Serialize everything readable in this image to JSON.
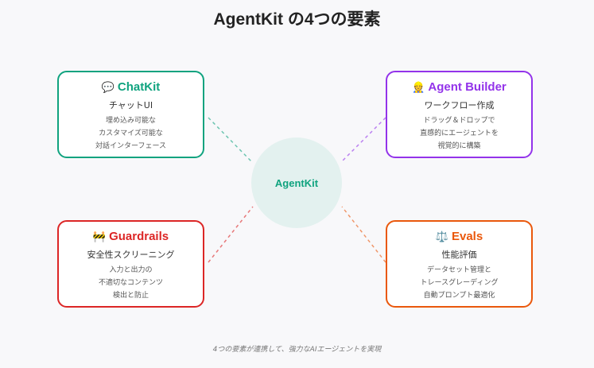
{
  "title": "AgentKit の4つの要素",
  "center": "AgentKit",
  "cards": [
    {
      "icon": "💬",
      "title": "ChatKit",
      "subtitle": "チャットUI",
      "desc": [
        "埋め込み可能な",
        "カスタマイズ可能な",
        "対話インターフェース"
      ],
      "color": "#10a37f"
    },
    {
      "icon": "👷",
      "title": "Agent Builder",
      "subtitle": "ワークフロー作成",
      "desc": [
        "ドラッグ＆ドロップで",
        "直感的にエージェントを",
        "視覚的に構築"
      ],
      "color": "#9333ea"
    },
    {
      "icon": "🚧",
      "title": "Guardrails",
      "subtitle": "安全性スクリーニング",
      "desc": [
        "入力と出力の",
        "不適切なコンテンツ",
        "検出と防止"
      ],
      "color": "#dc2626"
    },
    {
      "icon": "⚖️",
      "title": "Evals",
      "subtitle": "性能評価",
      "desc": [
        "データセット管理と",
        "トレースグレーディング",
        "自動プロンプト最適化"
      ],
      "color": "#ea580c"
    }
  ],
  "footer": "4つの要素が連携して、強力なAIエージェントを実現"
}
